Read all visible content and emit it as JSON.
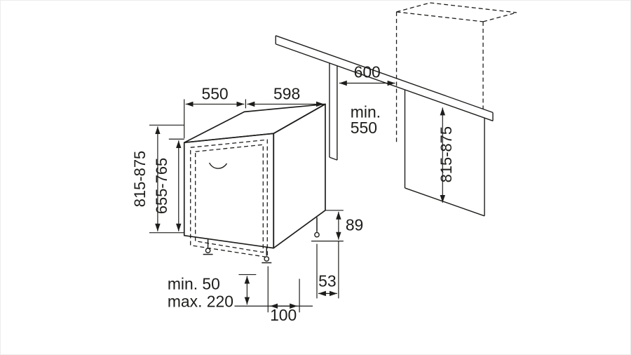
{
  "diagram_type": "appliance-installation-dimension-drawing",
  "colors": {
    "line": "#1d1d1b",
    "background": "#ffffff",
    "frame": "#ececec"
  },
  "dimensions": {
    "appliance_depth": "550",
    "appliance_width": "598",
    "niche_width": "600",
    "niche_min_line1": "min.",
    "niche_min_line2": "550",
    "right_height": "815-875",
    "left_height": "815-875",
    "door_height": "655-765",
    "rear_base_height": "89",
    "rear_foot_offset": "53",
    "front_foot_offset": "100",
    "plinth_min": "min. 50",
    "plinth_max": "max. 220"
  }
}
